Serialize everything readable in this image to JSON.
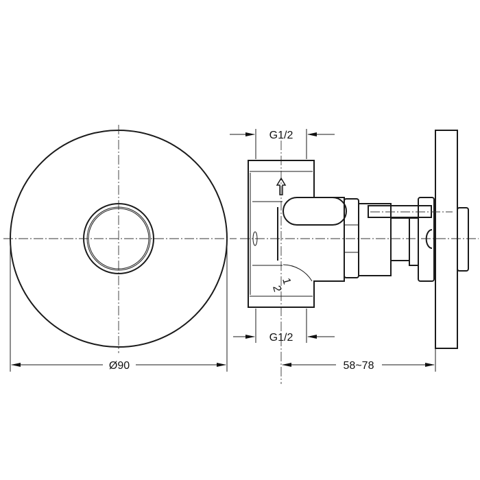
{
  "dimensions": {
    "diameter": "Ø90",
    "depth_range": "58~78",
    "thread_top": "G1/2",
    "thread_bottom": "G1/2",
    "pipe_marking_num": "1",
    "pipe_marking_den": "2"
  }
}
